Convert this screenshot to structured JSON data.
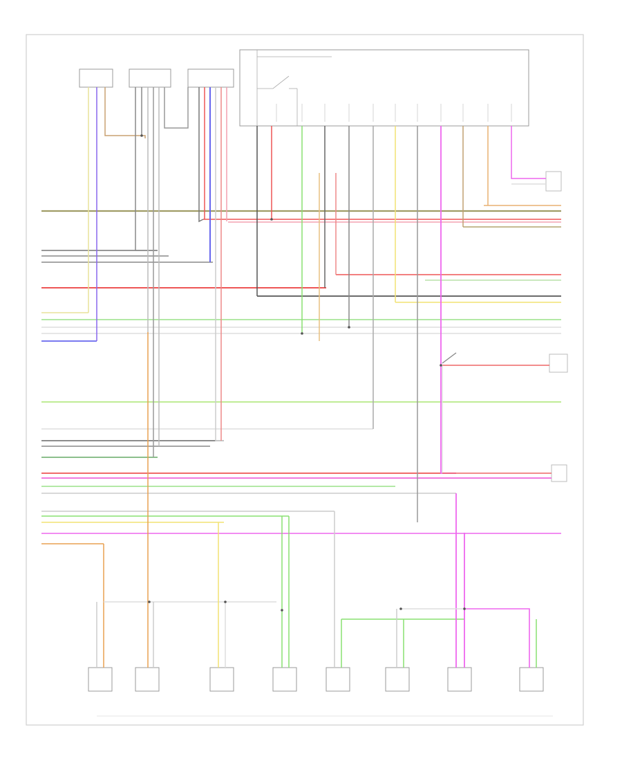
{
  "page": {
    "code": ""
  },
  "colors": {
    "frame": "#cfcfcf",
    "module": "#999999",
    "ground": "#555555",
    "olive": "#a09d66",
    "red": "#ee5555",
    "orange": "#e8a050",
    "yellow": "#f2e272",
    "green": "#88e070",
    "violet": "#dd77ee",
    "blue": "#6666ee",
    "pink": "#f2a2b5",
    "light": "#cccccc"
  },
  "components": {
    "top": [
      {
        "id": "c1",
        "name": ""
      },
      {
        "id": "c2",
        "name": ""
      },
      {
        "id": "c3",
        "name": ""
      },
      {
        "id": "ecm",
        "name": ""
      }
    ],
    "right": [
      {
        "id": "r1",
        "name": ""
      },
      {
        "id": "r2",
        "name": ""
      },
      {
        "id": "r3",
        "name": ""
      }
    ],
    "bottom": [
      {
        "id": "s1",
        "name": ""
      },
      {
        "id": "s2",
        "name": ""
      },
      {
        "id": "s3",
        "name": ""
      },
      {
        "id": "s4",
        "name": ""
      },
      {
        "id": "s5",
        "name": ""
      },
      {
        "id": "s6",
        "name": ""
      },
      {
        "id": "s7",
        "name": ""
      },
      {
        "id": "s8",
        "name": ""
      }
    ]
  },
  "icons": [
    "ground-icon",
    "splice-icon",
    "connector-icon"
  ]
}
